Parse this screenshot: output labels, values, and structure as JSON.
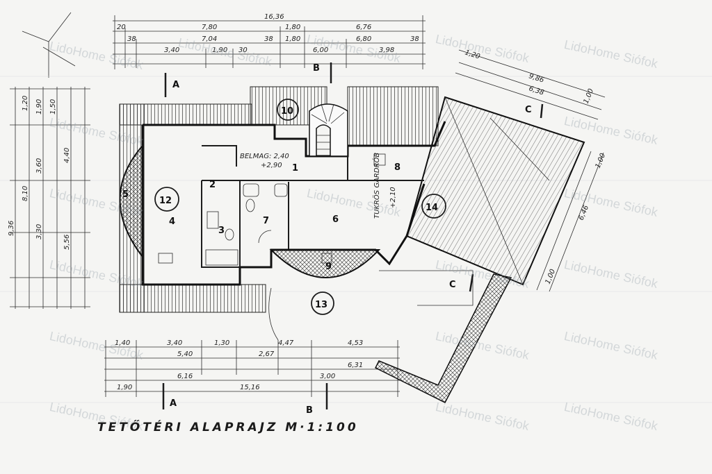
{
  "title": "TETŐTÉRI   ALAPRAJZ    M·1:100",
  "watermark": "LidoHome Siófok",
  "section_marks": {
    "a": "A",
    "b": "B",
    "c": "C"
  },
  "rooms": [
    {
      "id": "1",
      "label": "1"
    },
    {
      "id": "2",
      "label": "2"
    },
    {
      "id": "3",
      "label": "3"
    },
    {
      "id": "4",
      "label": "4"
    },
    {
      "id": "5",
      "label": "5"
    },
    {
      "id": "6",
      "label": "6"
    },
    {
      "id": "7",
      "label": "7"
    },
    {
      "id": "8",
      "label": "8"
    },
    {
      "id": "9",
      "label": "9"
    },
    {
      "id": "10",
      "label": "10"
    },
    {
      "id": "12",
      "label": "12"
    },
    {
      "id": "13",
      "label": "13"
    },
    {
      "id": "14",
      "label": "14"
    }
  ],
  "notes": {
    "belmag": "BELMAG: 2,40",
    "level": "+2,90",
    "gardrob": "TUKRÖS GARDRÓB",
    "gardrob_h": "+2,10"
  },
  "top_dims": [
    "16,36",
    "7,80",
    "1,80",
    "6,76",
    "7,04",
    "1,80",
    "6,80",
    "3,40",
    "1,90",
    "6,00",
    "3,98",
    "20",
    "38",
    "38",
    "38",
    "30"
  ],
  "left_dims": [
    "9,36",
    "8,10",
    "5,56",
    "4,40",
    "3,60",
    "3,30",
    "1,20",
    "1,90",
    "1,50"
  ],
  "bottom_dims": [
    "1,40",
    "3,40",
    "1,30",
    "4,47",
    "4,53",
    "5,40",
    "2,67",
    "6,31",
    "6,16",
    "3,00",
    "15,16",
    "1,90"
  ],
  "right_dims": [
    "9,86",
    "6,38",
    "6,46",
    "1,00",
    "1,00",
    "1,00",
    "1,20"
  ]
}
